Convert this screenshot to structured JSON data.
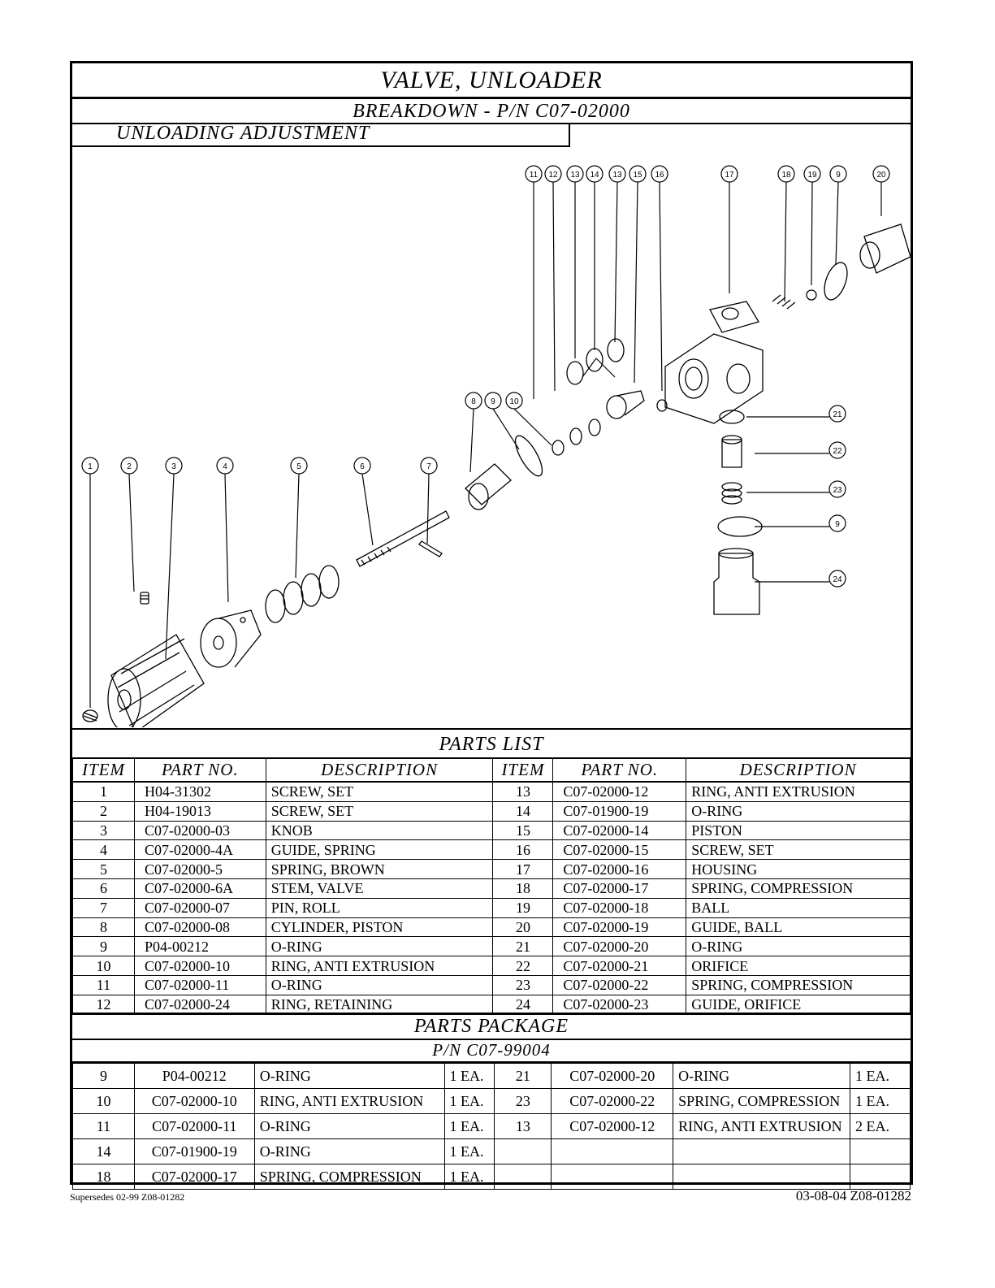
{
  "header": {
    "title": "VALVE, UNLOADER",
    "subtitle": "BREAKDOWN - P/N C07-02000",
    "section": "UNLOADING ADJUSTMENT"
  },
  "callouts": [
    "1",
    "2",
    "3",
    "4",
    "5",
    "6",
    "7",
    "8",
    "9",
    "10",
    "11",
    "12",
    "13",
    "14",
    "13",
    "15",
    "16",
    "17",
    "18",
    "19",
    "9",
    "20",
    "21",
    "22",
    "23",
    "9",
    "24"
  ],
  "parts_list": {
    "title": "PARTS LIST",
    "headers": [
      "ITEM",
      "PART NO.",
      "DESCRIPTION",
      "ITEM",
      "PART NO.",
      "DESCRIPTION"
    ],
    "rows": [
      [
        "1",
        "H04-31302",
        "SCREW, SET",
        "13",
        "C07-02000-12",
        "RING, ANTI EXTRUSION"
      ],
      [
        "2",
        "H04-19013",
        "SCREW, SET",
        "14",
        "C07-01900-19",
        "O-RING"
      ],
      [
        "3",
        "C07-02000-03",
        "KNOB",
        "15",
        "C07-02000-14",
        "PISTON"
      ],
      [
        "4",
        "C07-02000-4A",
        "GUIDE, SPRING",
        "16",
        "C07-02000-15",
        "SCREW, SET"
      ],
      [
        "5",
        "C07-02000-5",
        "SPRING, BROWN",
        "17",
        "C07-02000-16",
        "HOUSING"
      ],
      [
        "6",
        "C07-02000-6A",
        "STEM, VALVE",
        "18",
        "C07-02000-17",
        "SPRING, COMPRESSION"
      ],
      [
        "7",
        "C07-02000-07",
        "PIN, ROLL",
        "19",
        "C07-02000-18",
        "BALL"
      ],
      [
        "8",
        "C07-02000-08",
        "CYLINDER, PISTON",
        "20",
        "C07-02000-19",
        "GUIDE, BALL"
      ],
      [
        "9",
        "P04-00212",
        "O-RING",
        "21",
        "C07-02000-20",
        "O-RING"
      ],
      [
        "10",
        "C07-02000-10",
        "RING, ANTI EXTRUSION",
        "22",
        "C07-02000-21",
        "ORIFICE"
      ],
      [
        "11",
        "C07-02000-11",
        "O-RING",
        "23",
        "C07-02000-22",
        "SPRING, COMPRESSION"
      ],
      [
        "12",
        "C07-02000-24",
        "RING, RETAINING",
        "24",
        "C07-02000-23",
        "GUIDE, ORIFICE"
      ]
    ]
  },
  "parts_package": {
    "title": "PARTS PACKAGE",
    "pn": "P/N C07-99004",
    "rows": [
      [
        "9",
        "P04-00212",
        "O-RING",
        "1 EA.",
        "21",
        "C07-02000-20",
        "O-RING",
        "1 EA."
      ],
      [
        "10",
        "C07-02000-10",
        "RING, ANTI EXTRUSION",
        "1 EA.",
        "23",
        "C07-02000-22",
        "SPRING, COMPRESSION",
        "1 EA."
      ],
      [
        "11",
        "C07-02000-11",
        "O-RING",
        "1 EA.",
        "13",
        "C07-02000-12",
        "RING, ANTI EXTRUSION",
        "2 EA."
      ],
      [
        "14",
        "C07-01900-19",
        "O-RING",
        "1 EA.",
        "",
        "",
        "",
        ""
      ],
      [
        "18",
        "C07-02000-17",
        "SPRING, COMPRESSION",
        "1 EA.",
        "",
        "",
        "",
        ""
      ]
    ]
  },
  "footer": {
    "supersedes": "Supersedes 02-99 Z08-01282",
    "code": "03-08-04 Z08-01282"
  }
}
